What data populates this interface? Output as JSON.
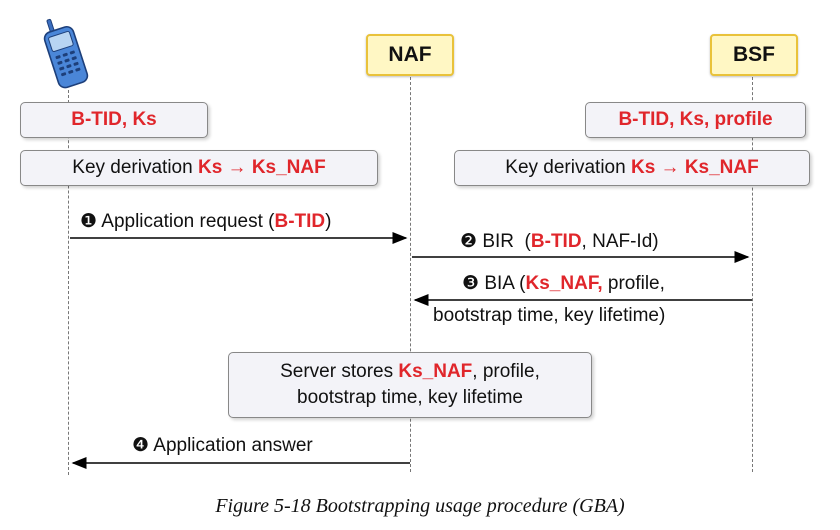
{
  "participants": {
    "ue_icon": "mobile-phone-icon",
    "naf": "NAF",
    "bsf": "BSF"
  },
  "ue_keys": {
    "highlight": "B-TID, Ks"
  },
  "bsf_keys": {
    "highlight": "B-TID, Ks, profile"
  },
  "ue_derivation": {
    "prefix": "Key derivation ",
    "highlight": "Ks → Ks_NAF"
  },
  "bsf_derivation": {
    "prefix": "Key derivation ",
    "highlight": "Ks → Ks_NAF"
  },
  "messages": {
    "m1": {
      "num": "❶",
      "text": " Application request (",
      "red": "B-TID",
      "suffix": ")"
    },
    "m2": {
      "num": "❷",
      "text": " BIR  (",
      "red": "B-TID",
      "suffix": ", NAF-Id)"
    },
    "m3": {
      "num": "❸",
      "text": " BIA (",
      "red": "Ks_NAF,",
      "suffix": " profile,",
      "line2": "bootstrap time, key lifetime)"
    },
    "m4": {
      "num": "❹",
      "text": " Application answer"
    }
  },
  "naf_store": {
    "line1_prefix": "Server stores ",
    "line1_red": "Ks_NAF",
    "line1_suffix": ", profile,",
    "line2": "bootstrap time, key lifetime"
  },
  "caption": "Figure 5-18 Bootstrapping usage procedure (GBA)",
  "colors": {
    "accent_red": "#e0262b",
    "participant_fill": "#fff7c4",
    "participant_border": "#e9c23a",
    "box_fill": "#f3f3f8"
  }
}
